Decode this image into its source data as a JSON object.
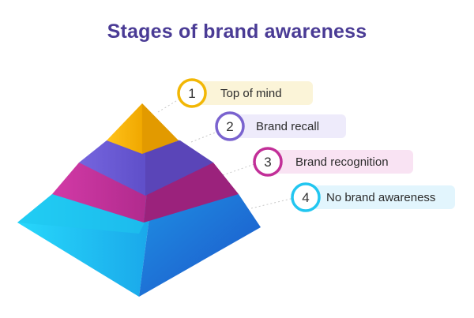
{
  "title": "Stages of brand awareness",
  "stages": [
    {
      "number": "1",
      "label": "Top of mind",
      "color": "#f2b705",
      "label_bg": "#fbf4d8"
    },
    {
      "number": "2",
      "label": "Brand recall",
      "color": "#7a63cf",
      "label_bg": "#eeebfb"
    },
    {
      "number": "3",
      "label": "Brand recognition",
      "color": "#c22f98",
      "label_bg": "#f9e3f3"
    },
    {
      "number": "4",
      "label": "No brand awareness",
      "color": "#22c6f0",
      "label_bg": "#e2f5fd"
    }
  ],
  "colors": {
    "title": "#4a3b95",
    "tier1_front": "#f7b602",
    "tier1_side": "#e29a00",
    "tier2_front": "#6b5ad6",
    "tier2_side": "#5a45b8",
    "tier3_front": "#c02f97",
    "tier3_side": "#9b227c",
    "tier4_front": "#21c3f3",
    "tier4_side": "#1e73d8"
  }
}
